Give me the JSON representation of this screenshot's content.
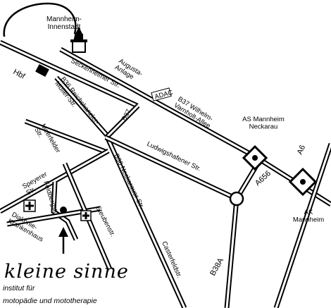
{
  "colors": {
    "ink": "#000000",
    "paper": "#ffffff"
  },
  "places": {
    "city_center": "Mannheim-\nInnenstadt",
    "hbf": "Hbf",
    "as_neckarau": "AS Mannheim\nNeckarau",
    "ak_mannheim": "AK\nMannheim",
    "adac": "ADAC",
    "diakonie": "Diakonie-\nKrankenhaus"
  },
  "streets": {
    "augusta": "Augusta-\nAnlage",
    "seckenheimer": "Seckenheimer Str.",
    "b36_reichskanzler": "B36 Reichskanzler-\nMüller-Str.",
    "b37_short": "B37",
    "b37_wilhelm": "B37 Wilhelm-\nVarnholt-Allee",
    "ludwigshafener": "Ludwigshafener Str.",
    "neckarauer": "B36 Neckarauer Str.",
    "meerfeld": "Meerfelder\nStr.",
    "speyerer": "Speyerer\nStr.",
    "feldberg": "Feldbergstr.",
    "steuben": "Steubenstr.",
    "casterfeld": "Casterfeldstr.",
    "b38a": "B38A",
    "a656": "A656",
    "a6": "A6"
  },
  "logo": {
    "name": "kleine sinne",
    "line1": "institut für",
    "line2": "motopädie und mototherapie"
  }
}
